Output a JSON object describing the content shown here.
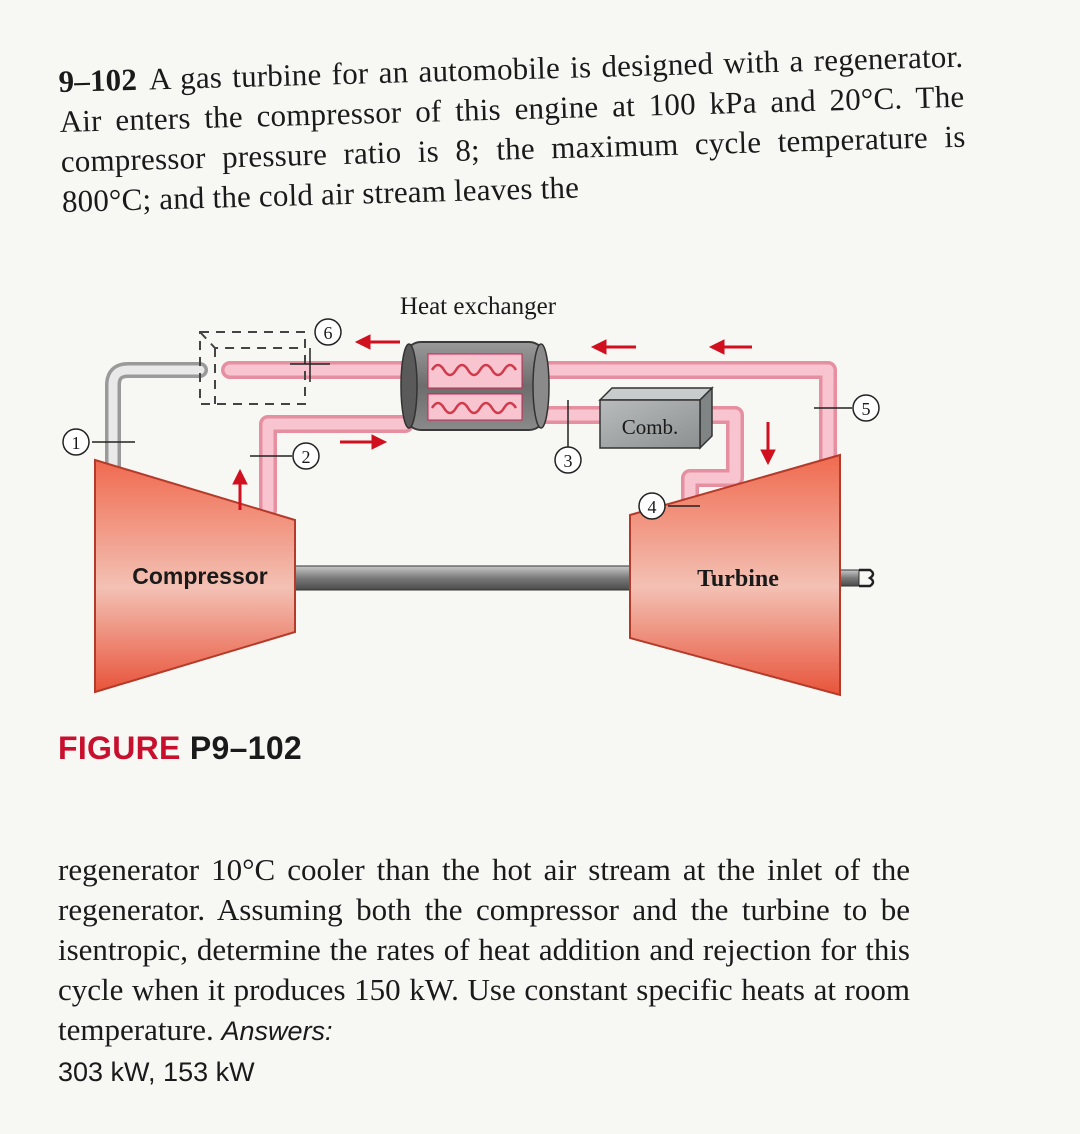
{
  "problem": {
    "number": "9–102",
    "text_top": "A gas turbine for an automobile is designed with a regenerator. Air enters the compressor of this engine at 100 kPa and 20°C. The compressor pressure ratio is 8; the maximum cycle temperature is 800°C; and the cold air stream leaves the",
    "text_bottom": "regenerator 10°C cooler than the hot air stream at the inlet of the regenerator. Assuming both the compressor and the turbine to be isentropic, determine the rates of heat addition and rejection for this cycle when it produces 150 kW. Use constant specific heats at room temperature.",
    "answers_label": "Answers:",
    "answers_values": "303 kW, 153 kW"
  },
  "figure": {
    "caption": "FIGURE P9–102",
    "labels": {
      "heat_exchanger": "Heat exchanger",
      "compressor": "Compressor",
      "turbine": "Turbine",
      "combustor": "Comb."
    },
    "states": [
      "1",
      "2",
      "3",
      "4",
      "5",
      "6"
    ],
    "colors": {
      "caption_red": "#c8102e",
      "pipe_pink": "#f4b6c2",
      "machine_red": "#e8533a",
      "shaft_gray": "#7a7a7a"
    }
  }
}
